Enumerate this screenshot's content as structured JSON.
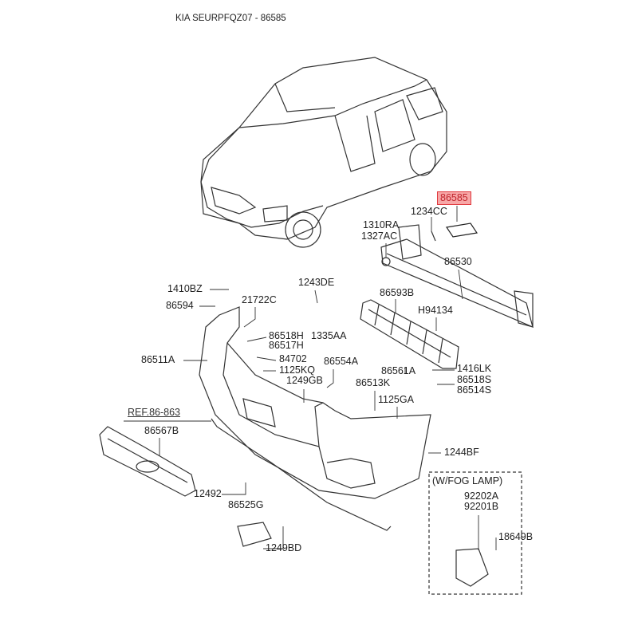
{
  "title": "KIA SEURPFQZ07 - 86585",
  "highlighted_part": "86585",
  "colors": {
    "highlight_fill": "#f7a7a7",
    "highlight_border": "#e0393e",
    "line": "#333333"
  },
  "labels": {
    "p86585": "86585",
    "p1234CC": "1234CC",
    "p1310RA": "1310RA",
    "p1327AC": "1327AC",
    "p86530": "86530",
    "p1410BZ": "1410BZ",
    "p86594": "86594",
    "p21722C": "21722C",
    "p1243DE": "1243DE",
    "p86593B": "86593B",
    "pH94134": "H94134",
    "p86518H": "86518H",
    "p86517H": "86517H",
    "p1335AA": "1335AA",
    "p84702": "84702",
    "p86511A": "86511A",
    "p86554A": "86554A",
    "p1125KQ": "1125KQ",
    "p1249GB": "1249GB",
    "p86561A": "86561A",
    "p1416LK": "1416LK",
    "p86518S": "86518S",
    "p86514S": "86514S",
    "p86513K": "86513K",
    "p1125GA": "1125GA",
    "ref": "REF.86-863",
    "p86567B": "86567B",
    "p1244BF": "1244BF",
    "fog_lamp_group": "(W/FOG LAMP)",
    "p92202A": "92202A",
    "p92201B": "92201B",
    "p18649B": "18649B",
    "p12492": "12492",
    "p86525G": "86525G",
    "p1249BD": "1249BD"
  }
}
